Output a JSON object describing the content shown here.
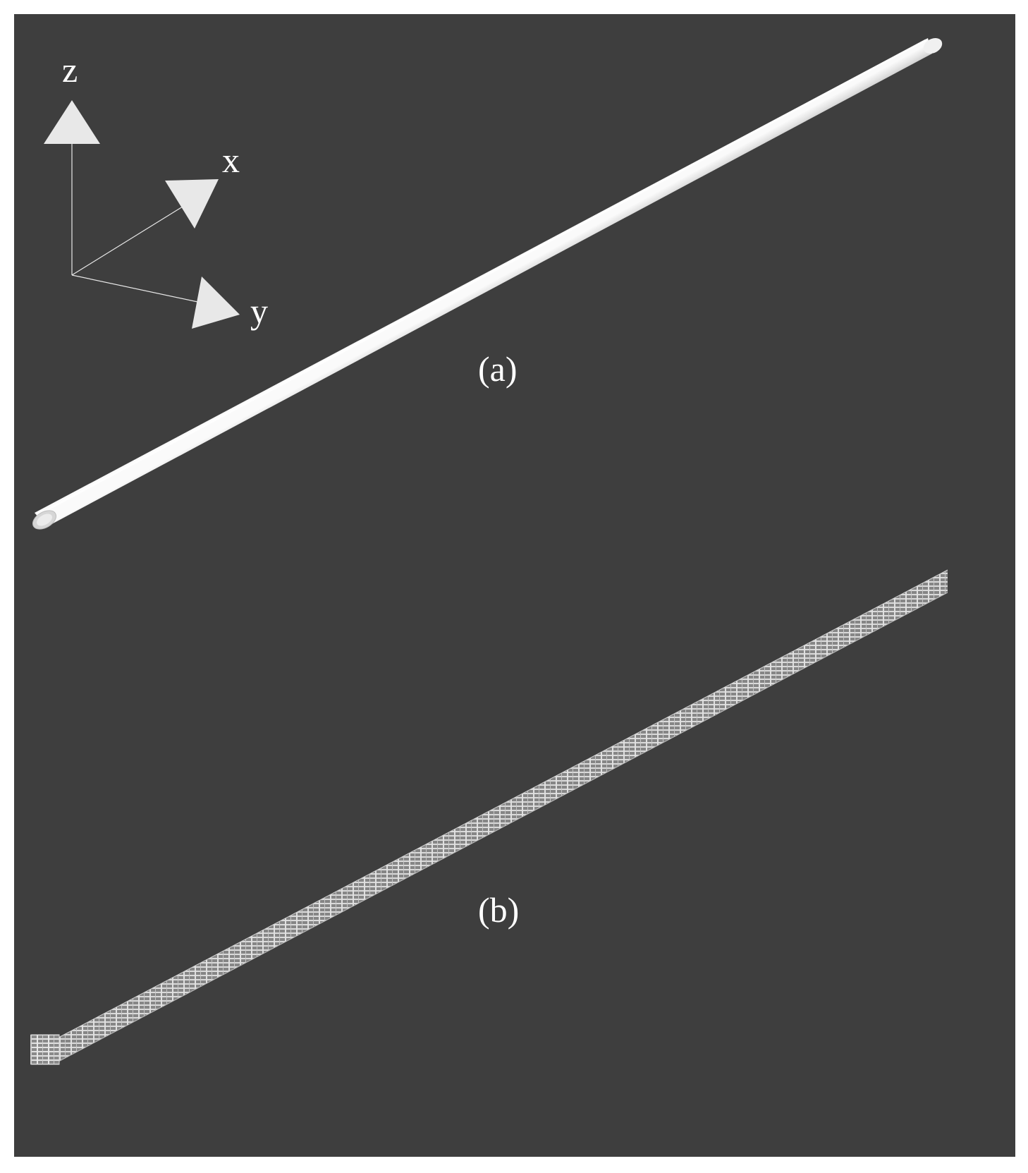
{
  "axes": {
    "z_label": "z",
    "x_label": "x",
    "y_label": "y"
  },
  "panels": {
    "a_label": "(a)",
    "b_label": "(b)"
  },
  "colors": {
    "background": "#3e3e3e",
    "foreground": "#e8e8e8"
  }
}
